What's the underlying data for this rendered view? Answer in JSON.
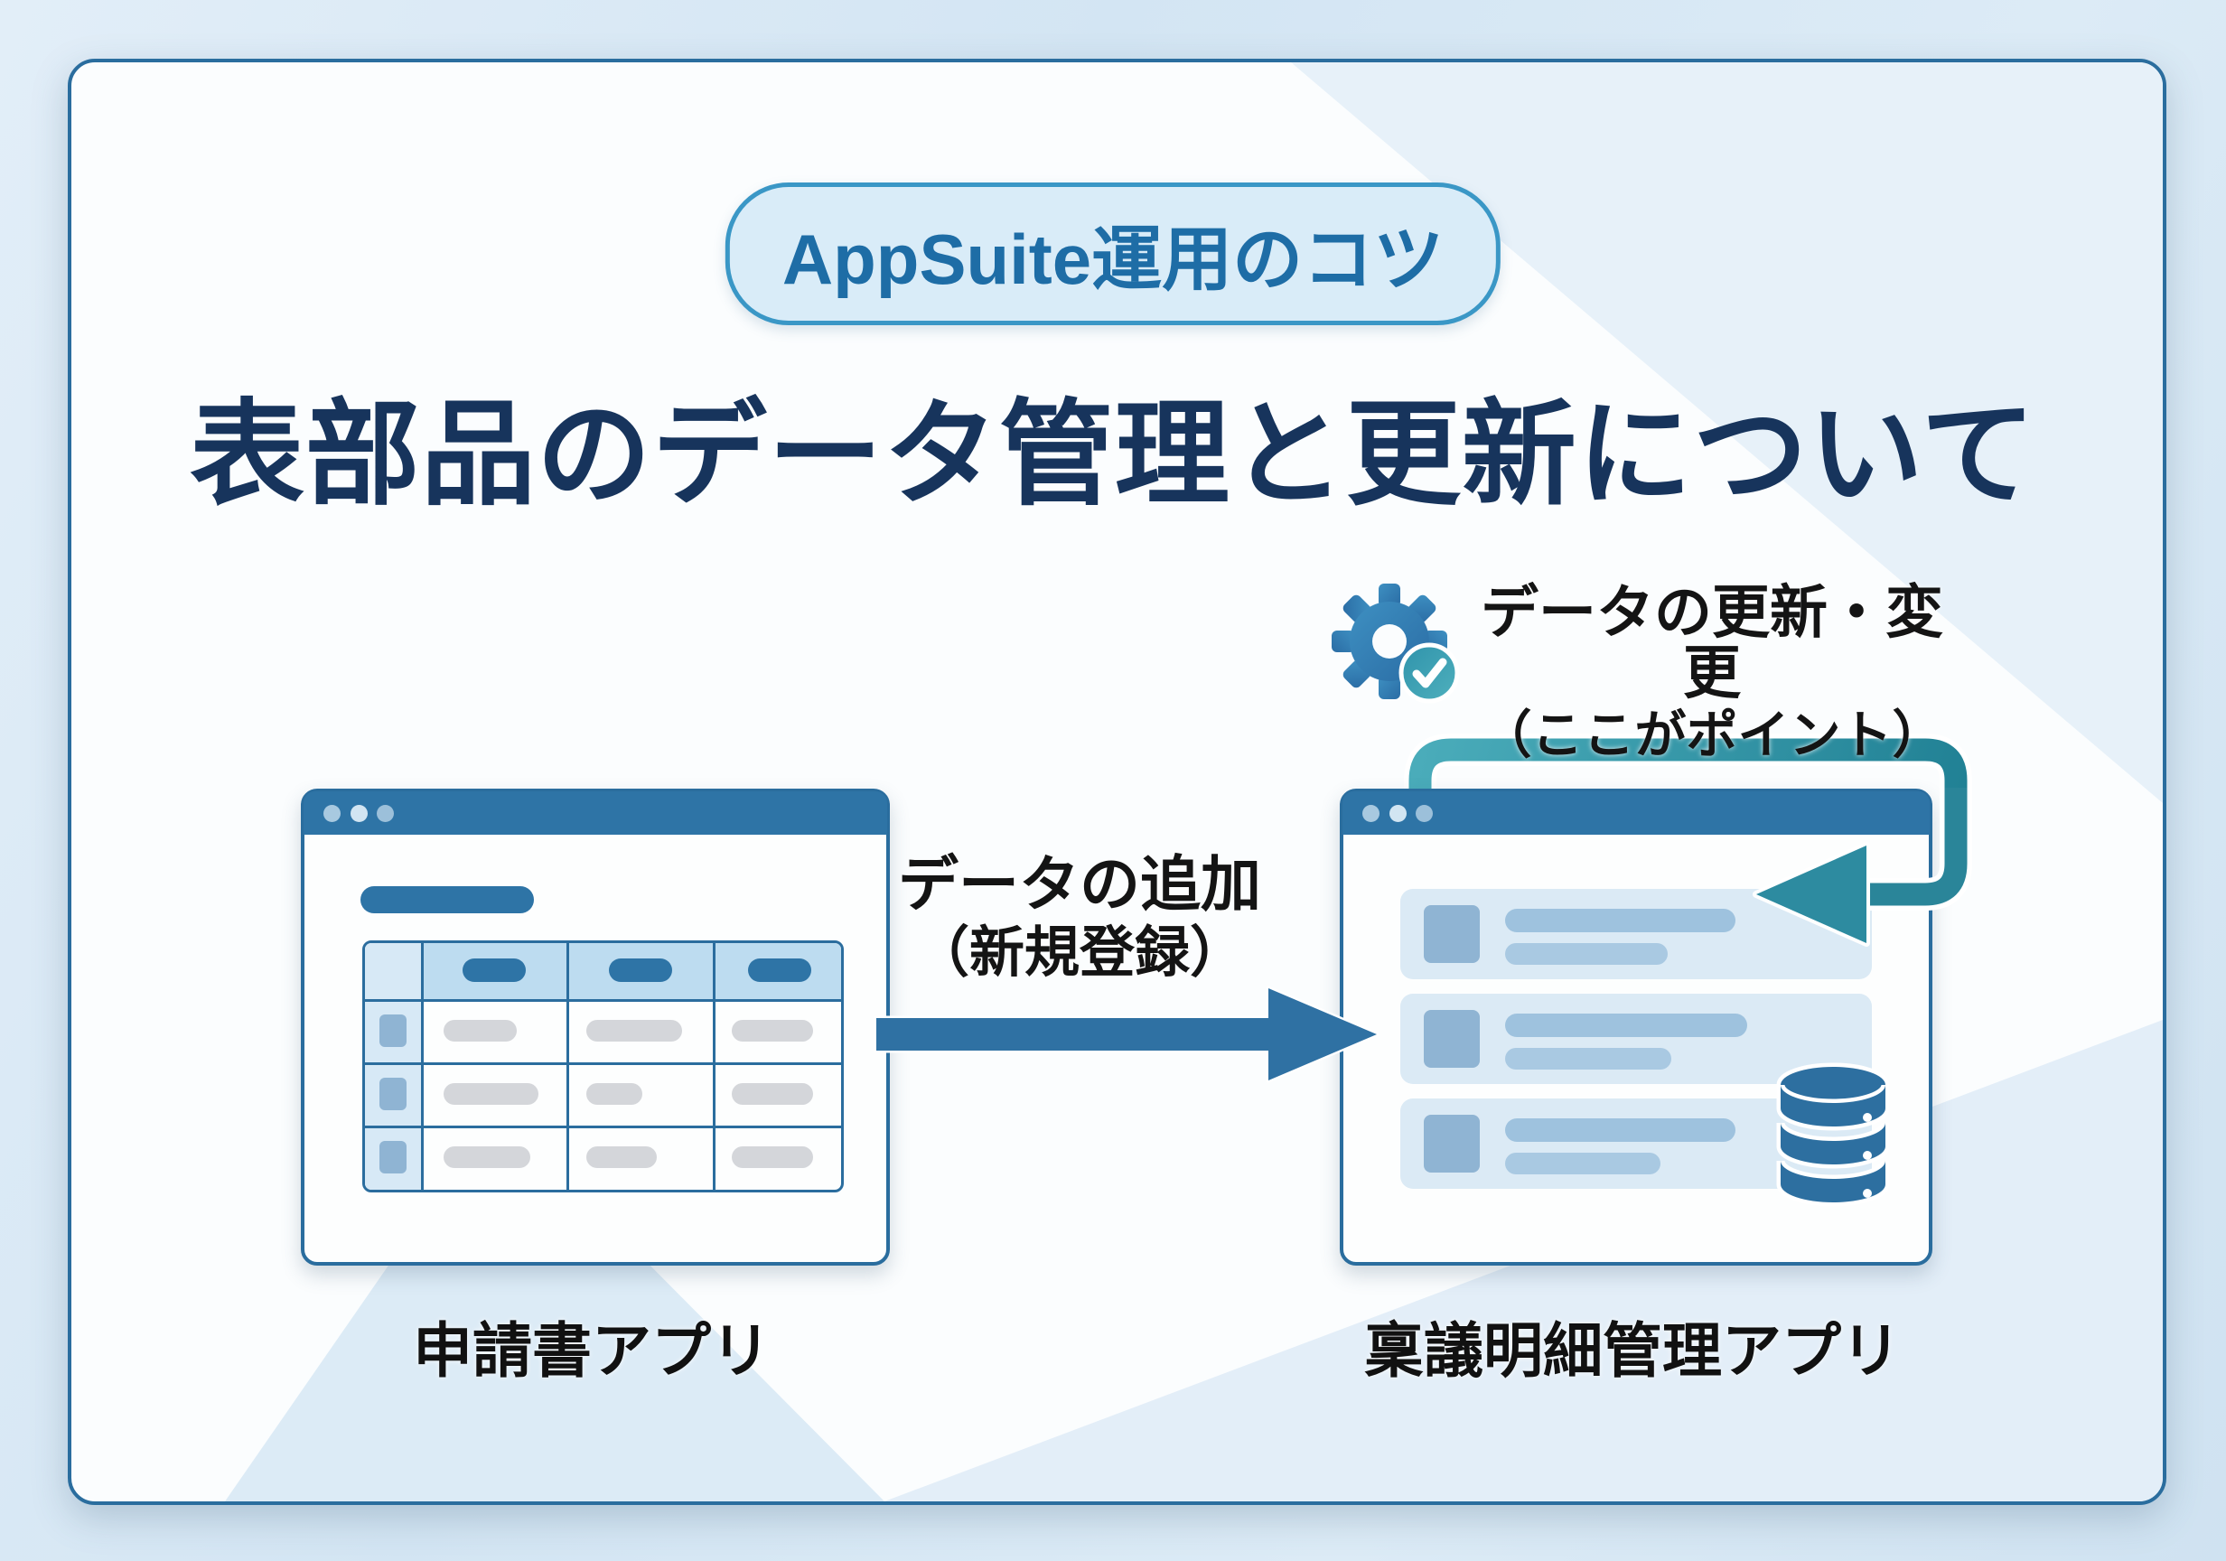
{
  "badge": {
    "label": "AppSuite運用のコツ"
  },
  "title": "表部品のデータ管理と更新について",
  "update_note": {
    "line1": "データの更新・変更",
    "line2": "（ここがポイント）"
  },
  "add_flow": {
    "line1": "データの追加",
    "line2": "（新規登録）"
  },
  "left_app": {
    "caption": "申請書アプリ"
  },
  "right_app": {
    "caption": "稟議明細管理アプリ"
  },
  "icons": {
    "gear": "gear-icon",
    "check": "check-circle-icon",
    "database": "database-icon",
    "window_controls": "window-control-dots",
    "update_loop": "update-loop-arrow",
    "add_arrow": "data-add-arrow"
  },
  "colors": {
    "card_border": "#2a6d9e",
    "titlebar_blue": "#2e74a6",
    "title_text": "#17345c",
    "badge_text": "#1e6da6",
    "badge_border": "#3a97c6",
    "badge_bg": "#d9ecf8",
    "loop_teal": "#2d8ba0",
    "arrow_blue": "#2f71a3",
    "db_blue": "#2d6fa0",
    "table_border": "#2b6d9e"
  }
}
